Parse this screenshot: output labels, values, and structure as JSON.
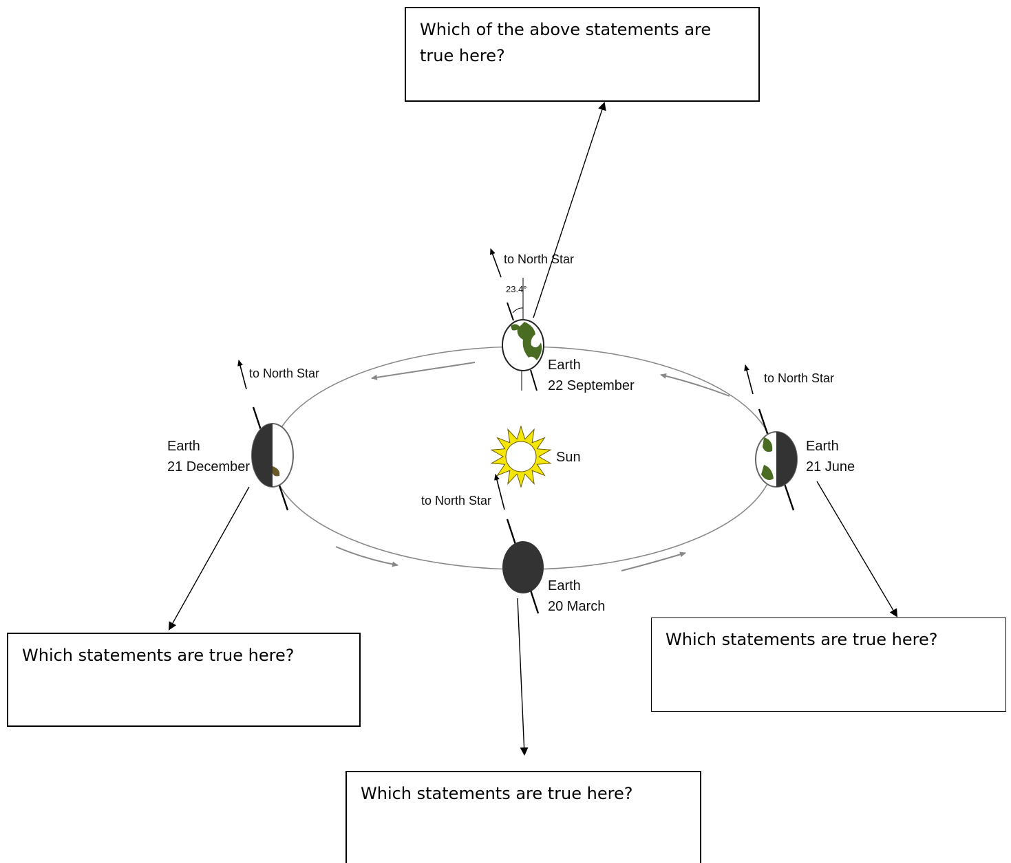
{
  "questions": {
    "top": "Which of the above statements are true here?",
    "left": "Which statements are true here?",
    "right": "Which statements are true here?",
    "bottom": "Which statements are true here?"
  },
  "labels": {
    "sun": "Sun",
    "to_north_star": "to North Star",
    "tilt_angle": "23.4°",
    "earth": "Earth",
    "dates": {
      "september": "22 September",
      "december": "21 December",
      "june": "21 June",
      "march": "20 March"
    }
  },
  "colors": {
    "night_side": "#333333",
    "sun_fill": "#f5e60a",
    "orbit": "#888888",
    "land": "#4a6b22"
  }
}
